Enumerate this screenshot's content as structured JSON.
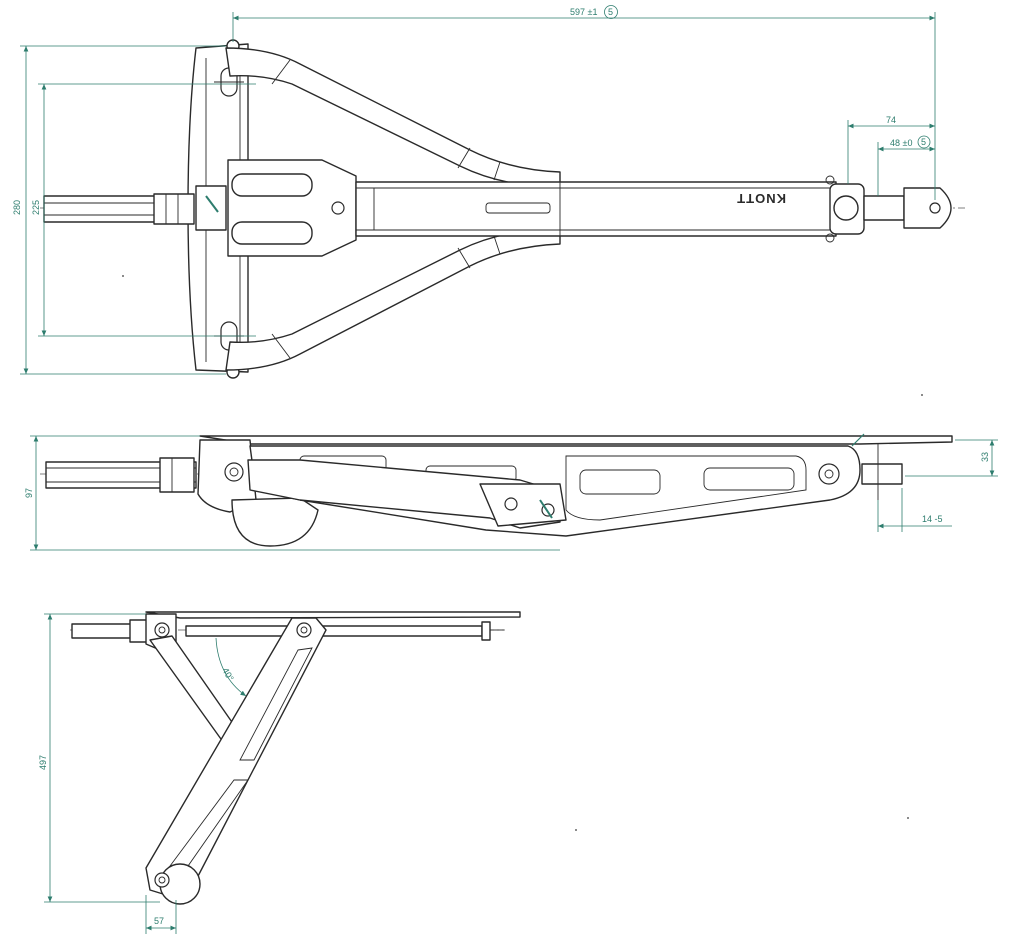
{
  "drawing": {
    "brand_label": "KNOTT",
    "dimensions": {
      "overall_length": "597 ±1",
      "overall_length_note": "5",
      "coupling_74": "74",
      "coupling_48": "48 ±0",
      "coupling_48_note": "5",
      "height_280": "280",
      "height_225": "225",
      "side_height_97": "97",
      "side_offset_33": "33",
      "side_offset_14": "14 -5",
      "lowered_height": "497",
      "lowered_offset": "57",
      "angle": "40°"
    }
  },
  "colors": {
    "dimension_line": "#2e7d6e",
    "outline": "#2a2a2a"
  }
}
